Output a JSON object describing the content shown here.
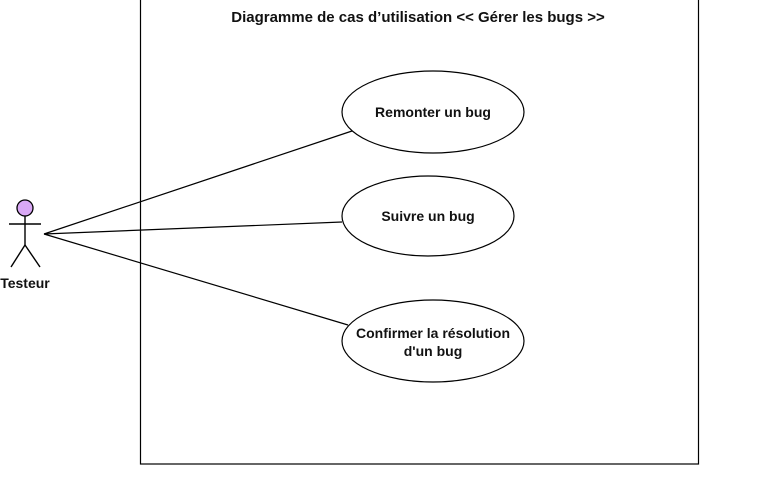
{
  "diagram": {
    "title": "Diagramme de cas d’utilisation  << Gérer les bugs >>",
    "actor": {
      "name": "Testeur",
      "head_color": "#d9a8f5"
    },
    "use_cases": {
      "report": {
        "line1": "Remonter un bug"
      },
      "follow": {
        "line1": "Suivre un bug"
      },
      "confirm": {
        "line1": "Confirmer la résolution",
        "line2": "d'un bug"
      }
    },
    "colors": {
      "stroke": "#000000",
      "background": "#ffffff"
    }
  }
}
